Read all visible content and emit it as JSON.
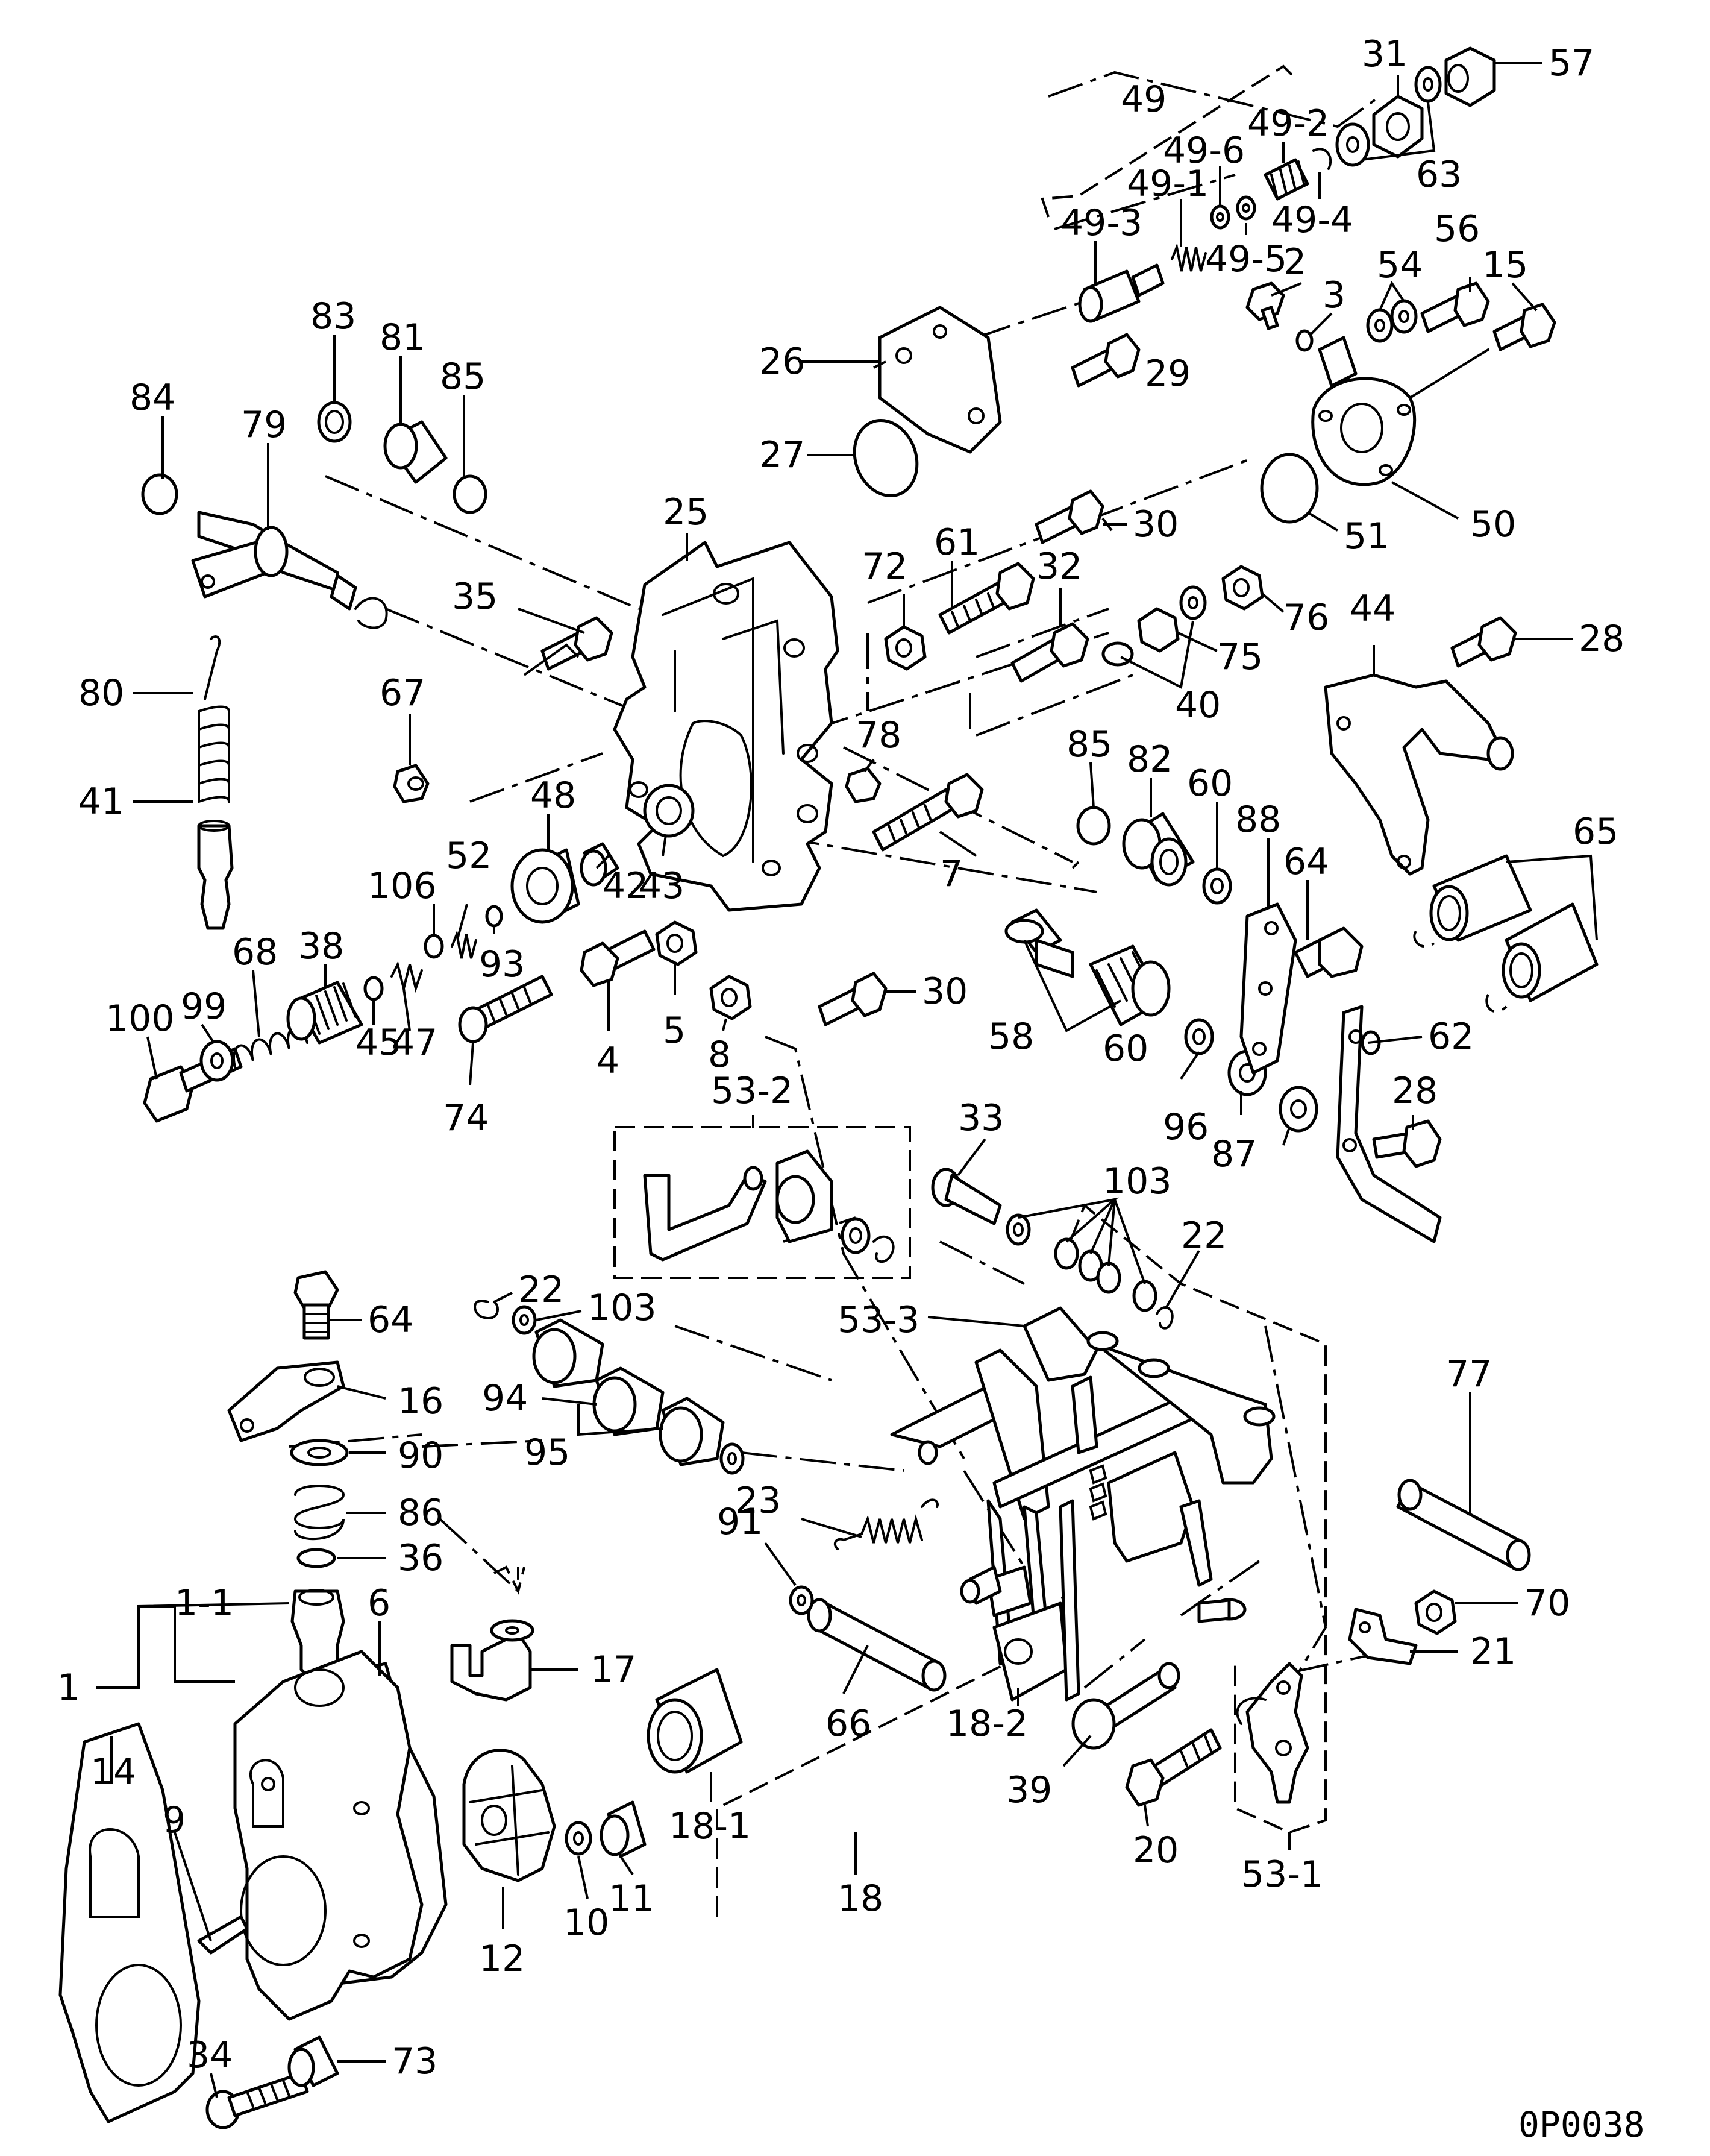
{
  "diagram_code": "0P0038",
  "parts": {
    "p1": "1",
    "p1_1": "1-1",
    "p2": "2",
    "p3": "3",
    "p4": "4",
    "p5": "5",
    "p6": "6",
    "p7": "7",
    "p8": "8",
    "p9": "9",
    "p10": "10",
    "p11": "11",
    "p12": "12",
    "p14": "14",
    "p15": "15",
    "p16": "16",
    "p17": "17",
    "p18": "18",
    "p18_1": "18-1",
    "p18_2": "18-2",
    "p20": "20",
    "p21": "21",
    "p22a": "22",
    "p22b": "22",
    "p23": "23",
    "p25": "25",
    "p26": "26",
    "p27": "27",
    "p28a": "28",
    "p28b": "28",
    "p29": "29",
    "p30a": "30",
    "p30b": "30",
    "p31": "31",
    "p32": "32",
    "p33": "33",
    "p34": "34",
    "p35": "35",
    "p36": "36",
    "p38": "38",
    "p39": "39",
    "p40": "40",
    "p41": "41",
    "p42": "42",
    "p43": "43",
    "p44": "44",
    "p45": "45",
    "p47": "47",
    "p48": "48",
    "p49": "49",
    "p49_1": "49-1",
    "p49_2": "49-2",
    "p49_3": "49-3",
    "p49_4": "49-4",
    "p49_5": "49-5",
    "p49_6": "49-6",
    "p50": "50",
    "p51": "51",
    "p52": "52",
    "p53_1": "53-1",
    "p53_2": "53-2",
    "p53_3": "53-3",
    "p54": "54",
    "p56": "56",
    "p57": "57",
    "p58": "58",
    "p60a": "60",
    "p60b": "60",
    "p61": "61",
    "p62": "62",
    "p63": "63",
    "p64a": "64",
    "p64b": "64",
    "p65": "65",
    "p66": "66",
    "p67": "67",
    "p68": "68",
    "p70": "70",
    "p72": "72",
    "p73": "73",
    "p74": "74",
    "p75": "75",
    "p76": "76",
    "p77": "77",
    "p78": "78",
    "p79": "79",
    "p80": "80",
    "p81": "81",
    "p82": "82",
    "p83": "83",
    "p84": "84",
    "p85a": "85",
    "p85b": "85",
    "p86": "86",
    "p87": "87",
    "p88": "88",
    "p90": "90",
    "p91": "91",
    "p93": "93",
    "p94": "94",
    "p95": "95",
    "p96": "96",
    "p99": "99",
    "p100": "100",
    "p103a": "103",
    "p103b": "103",
    "p106": "106"
  }
}
